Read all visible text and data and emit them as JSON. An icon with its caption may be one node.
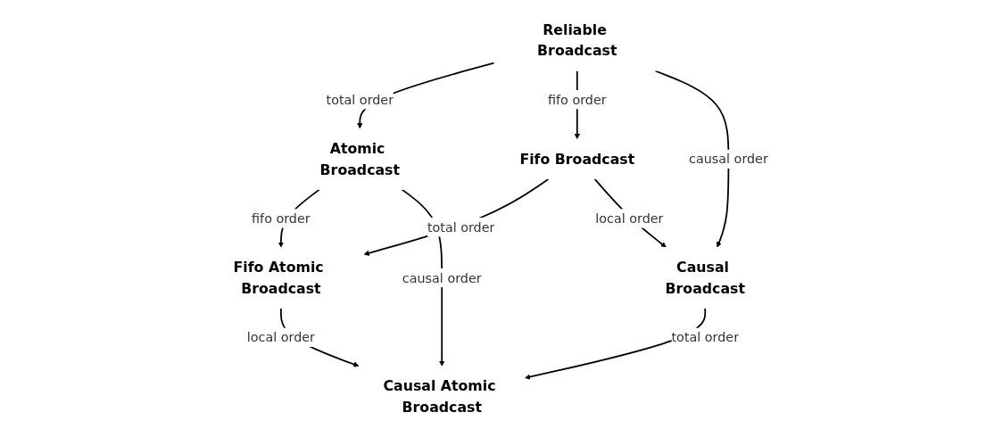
{
  "diagram": {
    "nodes": [
      {
        "text": [
          "Reliable Broadcast"
        ]
      },
      {
        "text": [
          "Atomic Broadcast"
        ]
      },
      {
        "text": [
          "Fifo Broadcast"
        ]
      },
      {
        "text": [
          "Fifo Atomic Broadcast"
        ]
      },
      {
        "text": [
          "Causal Broadcast"
        ]
      },
      {
        "text": [
          "Causal Atomic Broadcast"
        ]
      }
    ],
    "edges": [
      {
        "from": 0,
        "to": 1,
        "arrow": "to",
        "label": "total order"
      },
      {
        "from": 0,
        "to": 2,
        "arrow": "to",
        "label": "fifo order"
      },
      {
        "from": 1,
        "to": 3,
        "arrow": "to",
        "label": "fifo order"
      },
      {
        "from": 2,
        "to": 3,
        "arrow": "to",
        "label": "total order"
      },
      {
        "from": 2,
        "to": 4,
        "arrow": "to",
        "label": "local order"
      },
      {
        "from": 3,
        "to": 5,
        "arrow": "to",
        "label": "local order"
      },
      {
        "from": 4,
        "to": 5,
        "arrow": "to",
        "label": "total order"
      },
      {
        "from": 0,
        "to": 4,
        "arrow": "to",
        "label": "causal order"
      },
      {
        "from": 1,
        "to": 5,
        "arrow": "to",
        "label": "causal order"
      }
    ]
  }
}
